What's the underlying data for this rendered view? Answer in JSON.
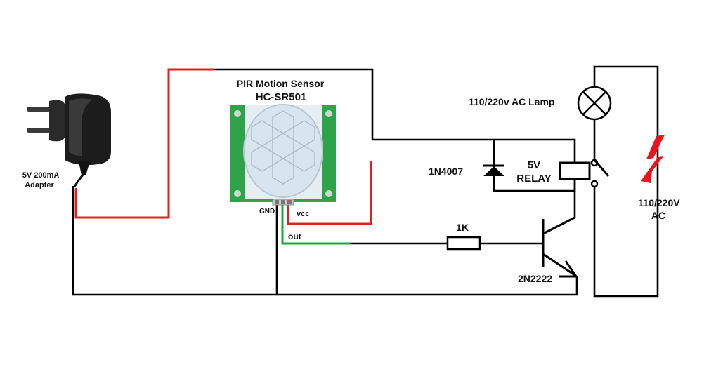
{
  "sensor": {
    "title": "PIR Motion Sensor",
    "model": "HC-SR501",
    "pins": {
      "gnd": "GND",
      "vcc": "vcc",
      "out": "out"
    }
  },
  "adapter": {
    "line1": "5V 200mA",
    "line2": "Adapter"
  },
  "lamp": {
    "label": "110/220v AC Lamp"
  },
  "diode": {
    "label": "1N4007"
  },
  "relay": {
    "line1": "5V",
    "line2": "RELAY"
  },
  "resistor": {
    "label": "1K"
  },
  "transistor": {
    "label": "2N2222"
  },
  "ac_source": {
    "line1": "110/220V",
    "line2": "AC"
  },
  "colors": {
    "wire": "#000000",
    "positive": "#e02020",
    "signal": "#1aa838",
    "pcb": "#2fa34a",
    "lens": "#d8e4ee",
    "hazard": "#e8141c"
  }
}
